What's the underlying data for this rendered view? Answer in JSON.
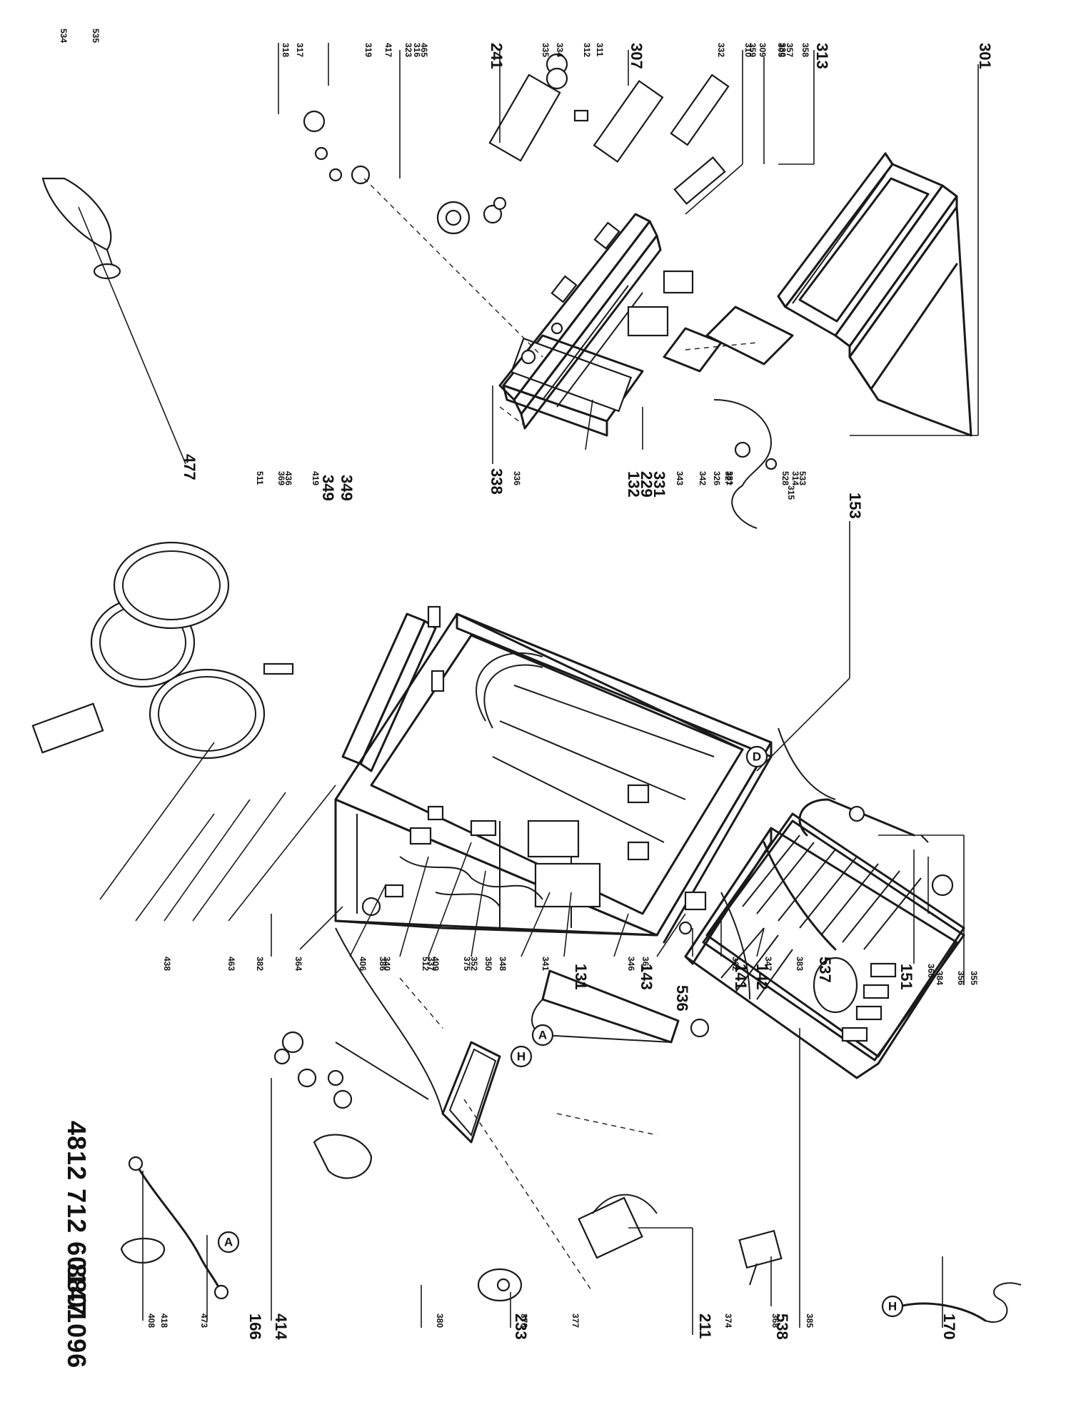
{
  "document_number": "4812 712 60147",
  "drawing_code": "8801096",
  "connection_markers": [
    "A",
    "H",
    "D"
  ],
  "part_labels": [
    "477",
    "349",
    "349",
    "153",
    "338",
    "132",
    "229",
    "331",
    "301",
    "313",
    "307",
    "241",
    "536",
    "537",
    "151",
    "131",
    "143",
    "141",
    "142",
    "170",
    "538",
    "211",
    "233",
    "414",
    "166",
    "305",
    "309",
    "310",
    "311",
    "312",
    "314",
    "315",
    "316",
    "317",
    "318",
    "319",
    "323",
    "326",
    "327",
    "330",
    "332",
    "334",
    "335",
    "336",
    "337",
    "340",
    "341",
    "342",
    "343",
    "346",
    "347",
    "348",
    "350",
    "352",
    "355",
    "356",
    "357",
    "358",
    "359",
    "360",
    "361",
    "362",
    "364",
    "368",
    "369",
    "374",
    "375",
    "377",
    "378",
    "380",
    "381",
    "382",
    "383",
    "384",
    "385",
    "386",
    "406",
    "408",
    "409",
    "417",
    "418",
    "419",
    "436",
    "438",
    "463",
    "465",
    "473",
    "511",
    "512",
    "528",
    "533",
    "534",
    "535"
  ]
}
